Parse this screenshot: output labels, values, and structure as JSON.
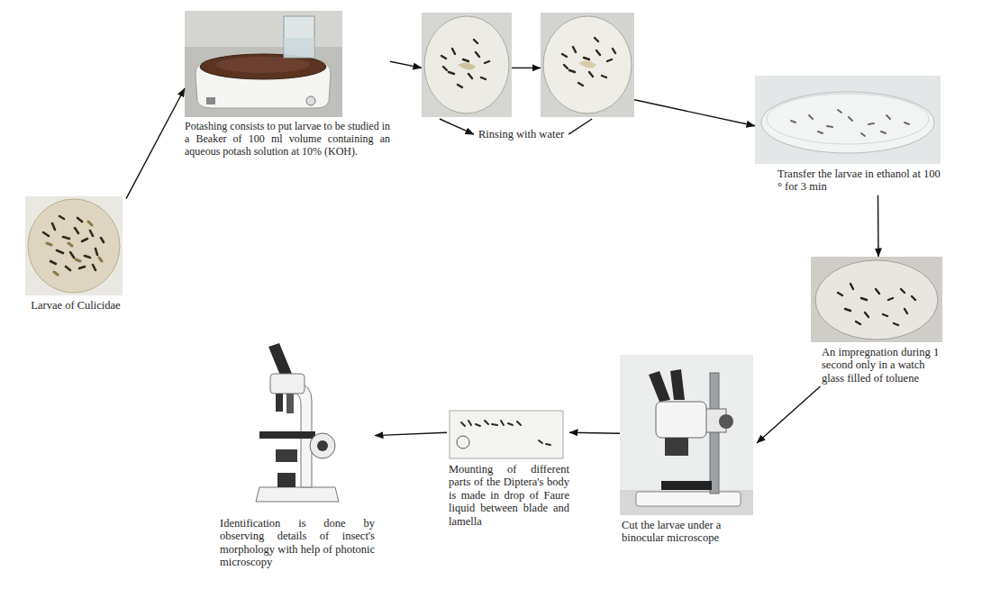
{
  "diagram": {
    "nodes": [
      {
        "text": [
          "Larvae of Culicidae"
        ]
      },
      {
        "text": [
          "Potashing consists to put larvae to be studied in a Beaker of 100 ml volume containing an aqueous potash solution at 10% (KOH)."
        ]
      },
      {
        "text": []
      },
      {
        "text": []
      },
      {
        "text": [
          "Rinsing with water"
        ]
      },
      {
        "text": [
          "Transfer the larvae in ethanol at 100 ° for 3 min"
        ]
      },
      {
        "text": [
          "An impregnation during 1 second only in a watch glass filled of toluene"
        ]
      },
      {
        "text": [
          "Cut the larvae under a binocular microscope"
        ]
      },
      {
        "text": [
          "Mounting of different parts of the Diptera's body is made in drop of Faure liquid between blade and lamella"
        ]
      },
      {
        "text": [
          "Identification is done by observing details of insect's morphology with help of photonic microscopy"
        ]
      }
    ],
    "edges": [
      {
        "from": 0,
        "to": 1,
        "arrow": "to"
      },
      {
        "from": 1,
        "to": 2,
        "arrow": "to"
      },
      {
        "from": 2,
        "to": 3,
        "arrow": "to"
      },
      {
        "from": 2,
        "to": 4,
        "arrow": "to"
      },
      {
        "from": 4,
        "to": 3,
        "arrow": "none"
      },
      {
        "from": 3,
        "to": 5,
        "arrow": "to"
      },
      {
        "from": 5,
        "to": 6,
        "arrow": "to"
      },
      {
        "from": 6,
        "to": 7,
        "arrow": "to"
      },
      {
        "from": 7,
        "to": 8,
        "arrow": "to"
      },
      {
        "from": 8,
        "to": 9,
        "arrow": "to"
      }
    ]
  }
}
